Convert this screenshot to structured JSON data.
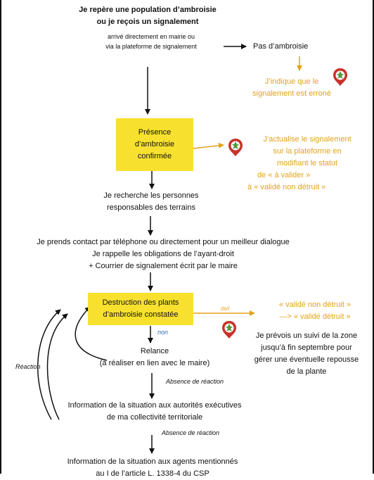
{
  "header": {
    "line1": "Je repère une population d’ambroisie",
    "line2": "ou je reçois un signalement"
  },
  "source": {
    "line1": "arrivé directement en mairie ou",
    "line2": "via la plateforme de signalement"
  },
  "no_ambroisie": "Pas d’ambroisie",
  "erroneous": {
    "line1": "J’indique que le",
    "line2": "signalement est erroné"
  },
  "confirmed_box": {
    "line1": "Présence",
    "line2": "d’ambroisie",
    "line3": "confirmée"
  },
  "update_status": {
    "line1": "J’actualise le signalement",
    "line2": "sur la plateforme en",
    "line3": "modifiant le statut",
    "line4": "de « à valider »",
    "line5": "à « validé non détruit »"
  },
  "search_owners": {
    "line1": "Je recherche les personnes",
    "line2": "responsables des terrains"
  },
  "contact": {
    "line1": "Je prends contact par téléphone ou directement pour un meilleur dialogue",
    "line2": "Je rappelle les obligations de l’ayant-droit",
    "line3": "+ Courrier de signalement écrit par le maire"
  },
  "destruction_box": {
    "line1": "Destruction des plants",
    "line2": "d’ambroisie constatée"
  },
  "oui": "oui",
  "non": "non",
  "status_change": {
    "line1": "« validé non détruit »",
    "line2": "—> « validé détruit »"
  },
  "followup": {
    "line1": "Je prévois un suivi de la zone",
    "line2": "jusqu’à fin septembre pour",
    "line3": "gérer une éventuelle repousse",
    "line4": "de la plante"
  },
  "relance": {
    "line1": "Relance",
    "line2": "(à réaliser en lien avec le maire)"
  },
  "reaction": "Réaction",
  "absence1": "Absence de réaction",
  "info_exec": {
    "line1": "Information de la situation aux autorités exécutives",
    "line2": "de ma collectivité territoriale"
  },
  "absence2": "Absence de réaction",
  "info_agents": {
    "line1": "Information de la situation aux agents mentionnés",
    "line2": "au I de l’article L. 1338-4 du CSP"
  },
  "colors": {
    "accent": "#e3a21a",
    "box": "#f8e12e",
    "pin": "#c8322a",
    "leaf": "#4f9a3c"
  },
  "icons": [
    "platform-pin-icon",
    "platform-pin-icon",
    "platform-pin-icon"
  ]
}
